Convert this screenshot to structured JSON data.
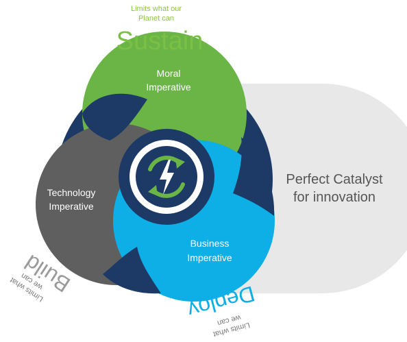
{
  "diagram": {
    "top_note": "Limits what our Planet can",
    "sustain": "Sustain",
    "moral": [
      "Moral",
      "Imperative"
    ],
    "technology": [
      "Technology",
      "Imperative"
    ],
    "business": [
      "Business",
      "Imperative"
    ],
    "build": "Build",
    "build_note": [
      "Limits what",
      "we can"
    ],
    "deploy": "Deploy",
    "deploy_note": [
      "Limits what",
      "we can"
    ],
    "catalyst": [
      "Perfect Catalyst",
      "for innovation"
    ],
    "center_icon": "lightning-refresh-icon"
  },
  "colors": {
    "green": "#6ab546",
    "gray": "#5f5f5f",
    "blue": "#0eaee6",
    "navy": "#1d3a66",
    "backdrop": "#e8e8e8",
    "sustain_text": "#7bbf44",
    "muted_text": "#777777"
  }
}
